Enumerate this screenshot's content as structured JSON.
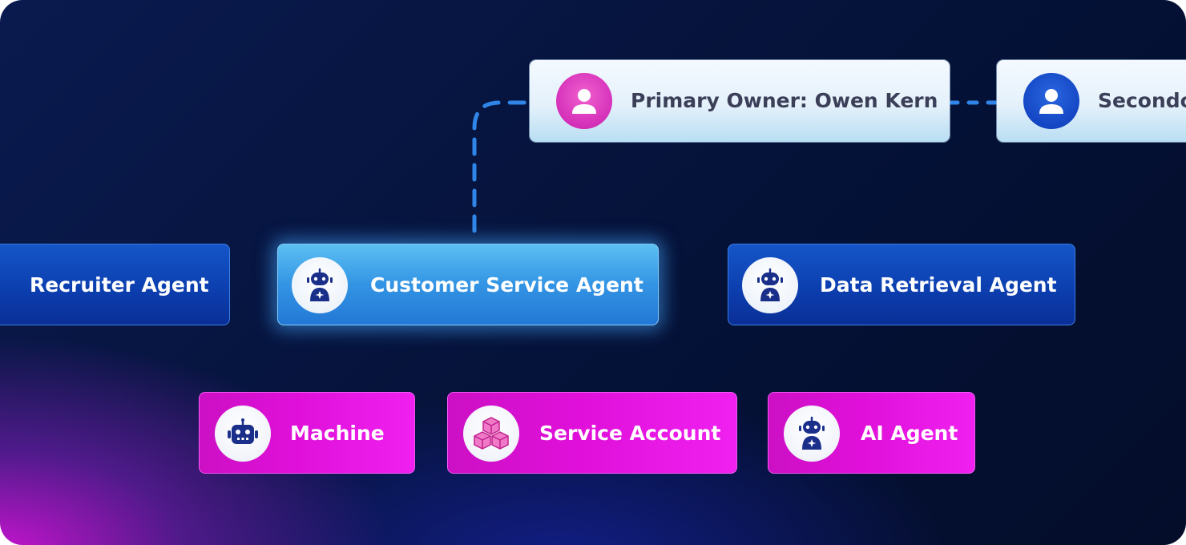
{
  "owners": {
    "primary": {
      "label": "Primary Owner: Owen Kern",
      "icon": "user-icon",
      "color": "#d430b8"
    },
    "secondary": {
      "label": "Secondo",
      "icon": "user-icon",
      "color": "#1446c4"
    }
  },
  "agents": [
    {
      "label": "Recruiter Agent",
      "icon": ""
    },
    {
      "label": "Customer Service Agent",
      "icon": "robot-icon",
      "highlighted": true
    },
    {
      "label": "Data Retrieval Agent",
      "icon": "robot-icon"
    }
  ],
  "types": [
    {
      "label": "Machine",
      "icon": "machine-robot-icon"
    },
    {
      "label": "Service Account",
      "icon": "cubes-icon"
    },
    {
      "label": "AI Agent",
      "icon": "robot-icon"
    }
  ],
  "colors": {
    "background": "#06143e",
    "agent_dark": "#0c3fb0",
    "agent_bright": "#3394e4",
    "type_magenta": "#e010da",
    "connector": "#2f86e8",
    "icon_navy": "#1a2f8a"
  }
}
